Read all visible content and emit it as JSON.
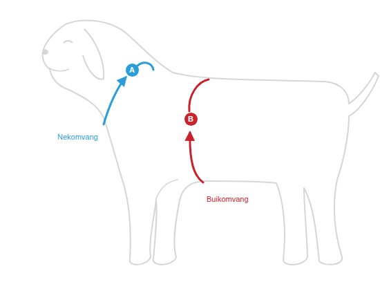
{
  "diagram": {
    "nodes": [
      {
        "text": [
          "A"
        ]
      },
      {
        "text": [
          "B"
        ]
      }
    ],
    "labels": [
      "Nekomvang",
      "Buikomvang"
    ]
  }
}
